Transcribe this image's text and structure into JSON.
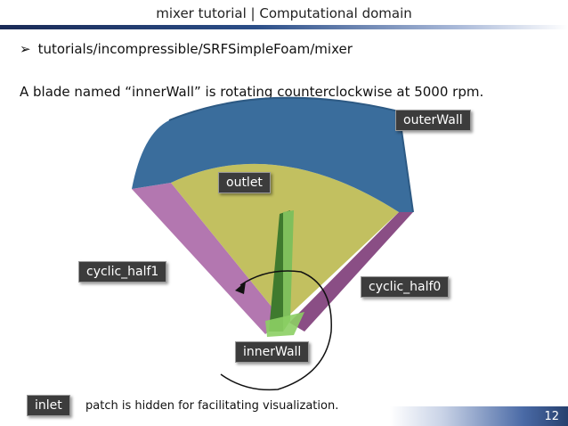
{
  "slide": {
    "title": "mixer tutorial | Computational domain",
    "bullet_path": "tutorials/incompressible/SRFSimpleFoam/mixer",
    "description": "A blade named “innerWall” is rotating counterclockwise at 5000 rpm.",
    "note": "patch is hidden for facilitating visualization.",
    "page_number": "12"
  },
  "labels": {
    "outer_wall": "outerWall",
    "outlet": "outlet",
    "cyclic_half1": "cyclic_half1",
    "cyclic_half0": "cyclic_half0",
    "inner_wall": "innerWall",
    "inlet": "inlet"
  },
  "colors": {
    "outer_wall": "#3a6d9c",
    "outlet": "#c2c060",
    "cyclic_half1": "#b377b0",
    "cyclic_half0": "#8a4e85",
    "blade": "#6aa84f",
    "label_bg": "#3c3c3c"
  },
  "icons": [
    "bullet-arrow-icon",
    "rotation-arrow-icon"
  ]
}
